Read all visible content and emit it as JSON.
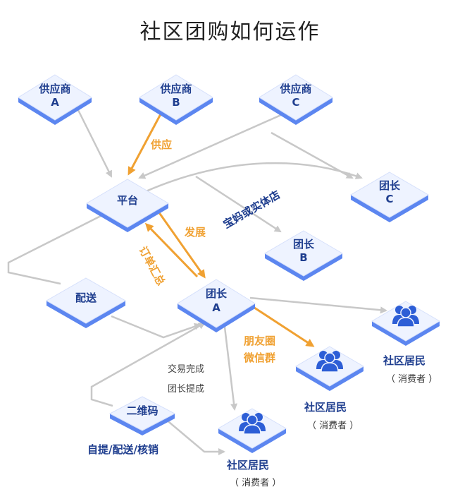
{
  "title": "社区团购如何运作",
  "colors": {
    "node_top": "#eef3ff",
    "node_side": "#5c86f0",
    "node_text": "#1f3e8f",
    "gray_arrow": "#c8c8c8",
    "orange_arrow": "#f0a132",
    "person_icon": "#2d5ed6"
  },
  "suppliers": [
    {
      "line1": "供应商",
      "line2": "A"
    },
    {
      "line1": "供应商",
      "line2": "B"
    },
    {
      "line1": "供应商",
      "line2": "C"
    }
  ],
  "platform": {
    "label": "平台"
  },
  "leaders": {
    "a": {
      "line1": "团长",
      "line2": "A"
    },
    "b": {
      "line1": "团长",
      "line2": "B"
    },
    "c": {
      "line1": "团长",
      "line2": "C"
    }
  },
  "delivery": {
    "label": "配送"
  },
  "qrcode": {
    "label": "二维码"
  },
  "residents": [
    {
      "name": "社区居民",
      "sub": "（ 消费者 ）"
    },
    {
      "name": "社区居民",
      "sub": "（ 消费者 ）"
    },
    {
      "name": "社区居民",
      "sub": "（ 消费者 ）"
    }
  ],
  "annotations": {
    "supply": "供应",
    "develop": "发展",
    "order_summary": "订单汇总",
    "mom_or_store": "宝妈或实体店",
    "moments": "朋友圈",
    "wechat_group": "微信群",
    "trade_complete": "交易完成",
    "leader_commission": "团长提成",
    "pickup": "自提/配送/核销"
  }
}
